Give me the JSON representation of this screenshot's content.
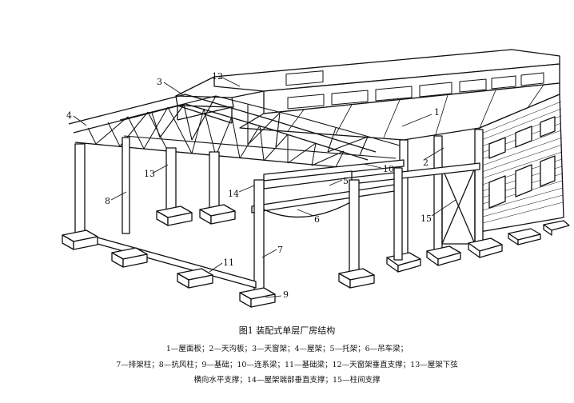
{
  "figure": {
    "caption_title": "图1  装配式单层厂房结构",
    "legend_line_1": "1—屋面板；2—天沟板；3—天窗架；4—屋架；5—托架；6—吊车梁；",
    "legend_line_2": "7—排架柱；8—抗风柱；9—基础；10—连系梁；11—基础梁；12—天窗架垂直支撑；13—屋架下弦",
    "legend_line_3": "横向水平支撑；14—屋架端部垂直支撑；15—柱间支撑"
  },
  "callouts": {
    "n1": "1",
    "n2": "2",
    "n3": "3",
    "n4": "4",
    "n5": "5",
    "n6": "6",
    "n7": "7",
    "n8": "8",
    "n9": "9",
    "n10": "10",
    "n11": "11",
    "n12": "12",
    "n13": "13",
    "n14": "14",
    "n15": "15"
  }
}
